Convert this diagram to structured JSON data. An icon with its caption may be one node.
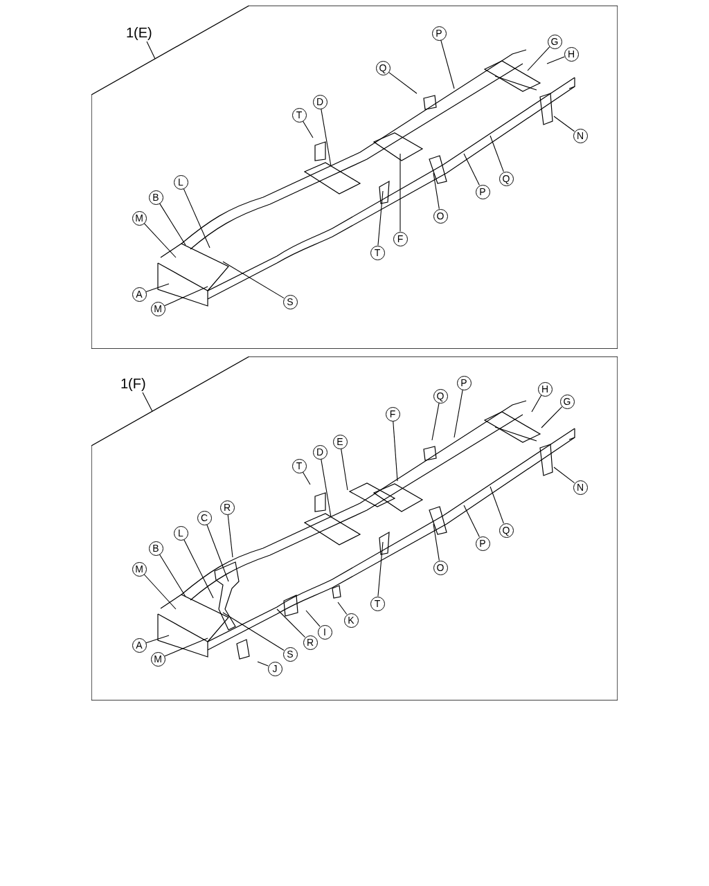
{
  "diagram": {
    "nodes": [
      {
        "text": [
          "1(E)"
        ]
      },
      {
        "text": [],
        "shape": "box"
      },
      {
        "text": [
          "P"
        ],
        "in": 1
      },
      {
        "text": [
          "Q"
        ],
        "in": 1
      },
      {
        "text": [
          "G"
        ],
        "in": 1
      },
      {
        "text": [
          "H"
        ],
        "in": 1
      },
      {
        "text": [
          "T"
        ],
        "in": 1
      },
      {
        "text": [
          "D"
        ],
        "in": 1
      },
      {
        "text": [
          "N"
        ],
        "in": 1
      },
      {
        "text": [
          "L"
        ],
        "in": 1
      },
      {
        "text": [
          "B"
        ],
        "in": 1
      },
      {
        "text": [
          "M"
        ],
        "in": 1
      },
      {
        "text": [
          "T"
        ],
        "in": 1
      },
      {
        "text": [
          "F"
        ],
        "in": 1
      },
      {
        "text": [
          "O"
        ],
        "in": 1
      },
      {
        "text": [
          "P"
        ],
        "in": 1
      },
      {
        "text": [
          "Q"
        ],
        "in": 1
      },
      {
        "text": [
          "A"
        ],
        "in": 1
      },
      {
        "text": [
          "M"
        ],
        "in": 1
      },
      {
        "text": [
          "S"
        ],
        "in": 1
      },
      {
        "text": [
          "1(F)"
        ]
      },
      {
        "text": [],
        "shape": "box"
      },
      {
        "text": [
          "Q"
        ],
        "in": 21
      },
      {
        "text": [
          "P"
        ],
        "in": 21
      },
      {
        "text": [
          "H"
        ],
        "in": 21
      },
      {
        "text": [
          "G"
        ],
        "in": 21
      },
      {
        "text": [
          "F"
        ],
        "in": 21
      },
      {
        "text": [
          "E"
        ],
        "in": 21
      },
      {
        "text": [
          "T"
        ],
        "in": 21
      },
      {
        "text": [
          "D"
        ],
        "in": 21
      },
      {
        "text": [
          "R"
        ],
        "in": 21
      },
      {
        "text": [
          "C"
        ],
        "in": 21
      },
      {
        "text": [
          "L"
        ],
        "in": 21
      },
      {
        "text": [
          "B"
        ],
        "in": 21
      },
      {
        "text": [
          "M"
        ],
        "in": 21
      },
      {
        "text": [
          "N"
        ],
        "in": 21
      },
      {
        "text": [
          "O"
        ],
        "in": 21
      },
      {
        "text": [
          "P"
        ],
        "in": 21
      },
      {
        "text": [
          "Q"
        ],
        "in": 21
      },
      {
        "text": [
          "T"
        ],
        "in": 21
      },
      {
        "text": [
          "K"
        ],
        "in": 21
      },
      {
        "text": [
          "I"
        ],
        "in": 21
      },
      {
        "text": [
          "R"
        ],
        "in": 21
      },
      {
        "text": [
          "A"
        ],
        "in": 21
      },
      {
        "text": [
          "M"
        ],
        "in": 21
      },
      {
        "text": [
          "S"
        ],
        "in": 21
      },
      {
        "text": [
          "J"
        ],
        "in": 21
      }
    ],
    "edges": [
      {
        "from": 0,
        "to": 1,
        "arrow": "none"
      },
      {
        "from": 2,
        "to": null,
        "arrow": "none"
      },
      {
        "from": 3,
        "to": null,
        "arrow": "none"
      },
      {
        "from": 4,
        "to": null,
        "arrow": "none"
      },
      {
        "from": 5,
        "to": null,
        "arrow": "none"
      },
      {
        "from": 6,
        "to": null,
        "arrow": "none"
      },
      {
        "from": 7,
        "to": null,
        "arrow": "none"
      },
      {
        "from": 8,
        "to": null,
        "arrow": "none"
      },
      {
        "from": 9,
        "to": null,
        "arrow": "none"
      },
      {
        "from": 10,
        "to": null,
        "arrow": "none"
      },
      {
        "from": 11,
        "to": null,
        "arrow": "none"
      },
      {
        "from": 12,
        "to": null,
        "arrow": "none"
      },
      {
        "from": 13,
        "to": null,
        "arrow": "none"
      },
      {
        "from": 14,
        "to": null,
        "arrow": "none"
      },
      {
        "from": 15,
        "to": null,
        "arrow": "none"
      },
      {
        "from": 16,
        "to": null,
        "arrow": "none"
      },
      {
        "from": 17,
        "to": null,
        "arrow": "none"
      },
      {
        "from": 18,
        "to": null,
        "arrow": "none"
      },
      {
        "from": 19,
        "to": null,
        "arrow": "none"
      },
      {
        "from": 20,
        "to": 21,
        "arrow": "none"
      },
      {
        "from": 22,
        "to": null,
        "arrow": "none"
      },
      {
        "from": 23,
        "to": null,
        "arrow": "none"
      },
      {
        "from": 24,
        "to": null,
        "arrow": "none"
      },
      {
        "from": 25,
        "to": null,
        "arrow": "none"
      },
      {
        "from": 26,
        "to": null,
        "arrow": "none"
      },
      {
        "from": 27,
        "to": null,
        "arrow": "none"
      },
      {
        "from": 28,
        "to": null,
        "arrow": "none"
      },
      {
        "from": 29,
        "to": null,
        "arrow": "none"
      },
      {
        "from": 30,
        "to": null,
        "arrow": "none"
      },
      {
        "from": 31,
        "to": null,
        "arrow": "none"
      },
      {
        "from": 32,
        "to": null,
        "arrow": "none"
      },
      {
        "from": 33,
        "to": null,
        "arrow": "none"
      },
      {
        "from": 34,
        "to": null,
        "arrow": "none"
      },
      {
        "from": 35,
        "to": null,
        "arrow": "none"
      },
      {
        "from": 36,
        "to": null,
        "arrow": "none"
      },
      {
        "from": 37,
        "to": null,
        "arrow": "none"
      },
      {
        "from": 38,
        "to": null,
        "arrow": "none"
      },
      {
        "from": 39,
        "to": null,
        "arrow": "none"
      },
      {
        "from": 40,
        "to": null,
        "arrow": "none"
      },
      {
        "from": 41,
        "to": null,
        "arrow": "none"
      },
      {
        "from": 42,
        "to": null,
        "arrow": "none"
      },
      {
        "from": 43,
        "to": null,
        "arrow": "none"
      },
      {
        "from": 44,
        "to": null,
        "arrow": "none"
      },
      {
        "from": 45,
        "to": null,
        "arrow": "none"
      },
      {
        "from": 46,
        "to": null,
        "arrow": "none"
      }
    ]
  }
}
